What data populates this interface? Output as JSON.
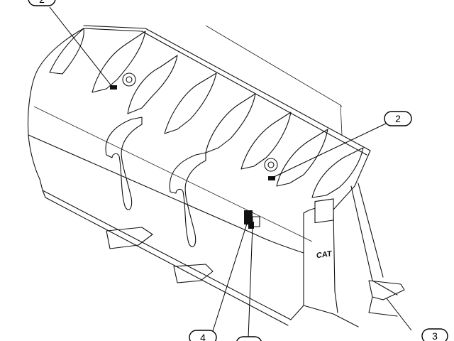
{
  "diagram": {
    "callouts": [
      {
        "id": "c2a",
        "label": "2"
      },
      {
        "id": "c2b",
        "label": "2"
      },
      {
        "id": "c3",
        "label": "3"
      },
      {
        "id": "c4",
        "label": "4"
      },
      {
        "id": "c5",
        "label": ""
      }
    ],
    "logo": {
      "text": "CAT"
    }
  },
  "colors": {
    "line": "#111111",
    "background": "#ffffff"
  }
}
